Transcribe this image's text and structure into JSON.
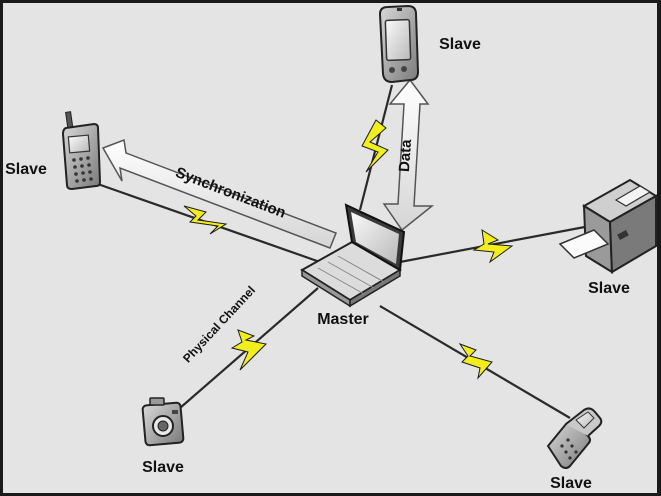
{
  "diagram": {
    "master_label": "Master",
    "slave_label": "Slave",
    "synchronization_label": "Synchronization",
    "data_label": "Data",
    "physical_channel_label": "Physical Channel"
  },
  "colors": {
    "background": "#e4e4e4",
    "frame": "#1a1a1a",
    "link_line": "#2a2a2a",
    "lightning": "#f2ee1c",
    "arrow_fill": "#f2f2f2",
    "device_gray": "#8a8a8a"
  },
  "icons": {
    "master": "laptop-icon",
    "slave_top": "pda-icon",
    "slave_left": "mobile-phone-icon",
    "slave_right": "printer-icon",
    "slave_bottom_left": "camera-icon",
    "slave_bottom_right": "flip-phone-icon"
  }
}
